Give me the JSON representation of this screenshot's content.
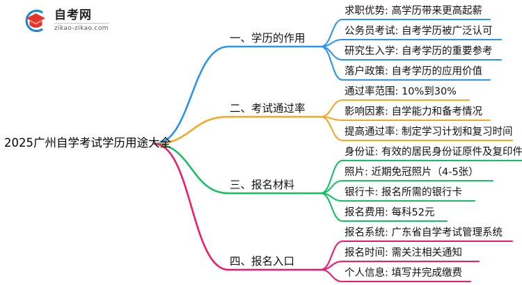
{
  "logo": {
    "name": "自考网",
    "domain": "zikao-zikao.com",
    "mark_icon": "graduation-cap-icon",
    "arc_color": "#1a86d8",
    "cap_color": "#e8332a"
  },
  "mindmap": {
    "root": {
      "label": "2025广州自学考试学历用途大全"
    },
    "branches": [
      {
        "label": "一、学历的作用",
        "color": "#2a94f4",
        "children": [
          {
            "label": "求职优势: 高学历带来更高起薪"
          },
          {
            "label": "公务员考试: 自考学历被广泛认可"
          },
          {
            "label": "研究生入学: 自考学历的重要参考"
          },
          {
            "label": "落户政策: 自考学历的应用价值"
          }
        ]
      },
      {
        "label": "二、考试通过率",
        "color": "#f5a623",
        "children": [
          {
            "label": "通过率范围: 10%到30%"
          },
          {
            "label": "影响因素: 自学能力和备考情况"
          },
          {
            "label": "提高通过率: 制定学习计划和复习时间"
          }
        ]
      },
      {
        "label": "三、报名材料",
        "color": "#16c060",
        "children": [
          {
            "label": "身份证: 有效的居民身份证原件及复印件"
          },
          {
            "label": "照片: 近期免冠照片（4-5张）"
          },
          {
            "label": "银行卡: 报名所需的银行卡"
          },
          {
            "label": "报名费用: 每科52元"
          }
        ]
      },
      {
        "label": "四、报名入口",
        "color": "#f5176b",
        "children": [
          {
            "label": "报名系统: 广东省自学考试管理系统"
          },
          {
            "label": "报名时间: 需关注相关通知"
          },
          {
            "label": "个人信息: 填写并完成缴费"
          }
        ]
      }
    ]
  }
}
